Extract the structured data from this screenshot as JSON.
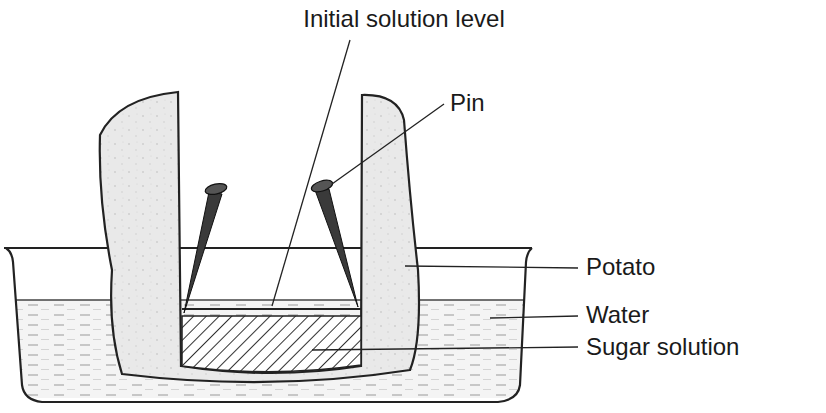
{
  "diagram": {
    "labels": [
      "Initial solution level",
      "Pin",
      "Potato",
      "Water",
      "Sugar solution"
    ]
  }
}
